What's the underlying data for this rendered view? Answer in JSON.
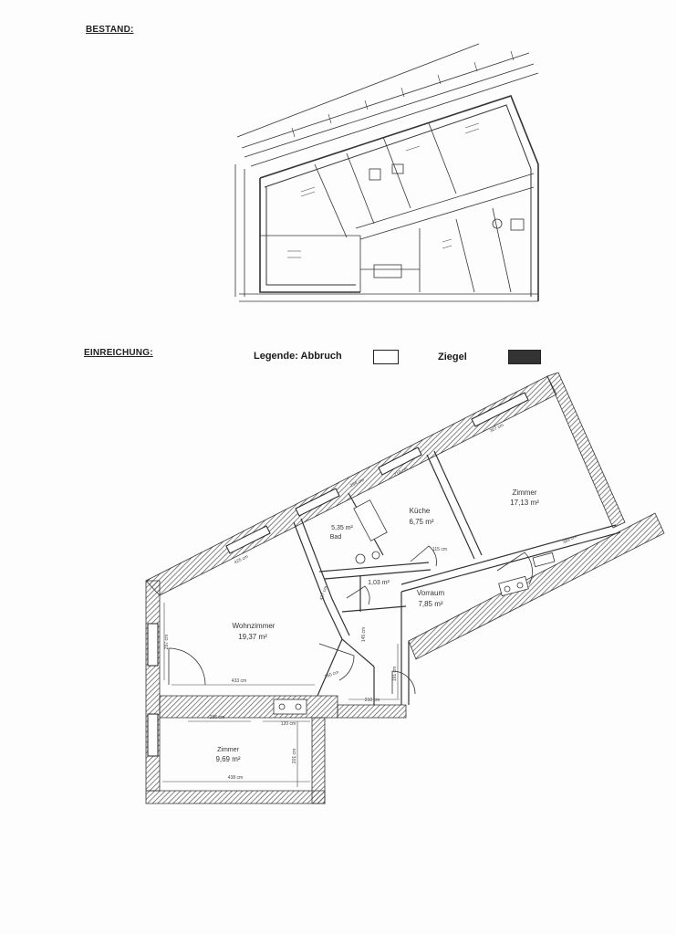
{
  "headings": {
    "bestand": "BESTAND:",
    "einreichung": "EINREICHUNG:"
  },
  "legend": {
    "title": "Legende: Abbruch",
    "ziegel": "Ziegel",
    "abbruch_color": "#ffffff",
    "ziegel_color": "#333333"
  },
  "rooms": {
    "wohnzimmer": {
      "name": "Wohnzimmer",
      "area": "19,37 m²"
    },
    "zimmer_small": {
      "name": "Zimmer",
      "area": "9,69 m²"
    },
    "zimmer_large": {
      "name": "Zimmer",
      "area": "17,13 m²"
    },
    "kueche": {
      "name": "Küche",
      "area": "6,75 m²"
    },
    "bad": {
      "name": "Bad",
      "area": "5,35 m²"
    },
    "wc": {
      "area": "1,03 m²"
    },
    "vorraum": {
      "name": "Vorraum",
      "area": "7,85 m²"
    }
  },
  "dimensions": {
    "d1": "433 cm",
    "d2": "206 cm",
    "d3": "120 cm",
    "d4": "438 cm",
    "d5": "201 cm",
    "d6": "297 cm",
    "d7": "210 cm",
    "d8": "210 cm",
    "d9": "160 cm",
    "d10": "191 cm",
    "d11": "145 cm",
    "d12": "307 cm",
    "d13": "389 cm",
    "d14": "234 cm",
    "d15": "425 cm",
    "d16": "437 cm",
    "d17": "115 cm"
  }
}
